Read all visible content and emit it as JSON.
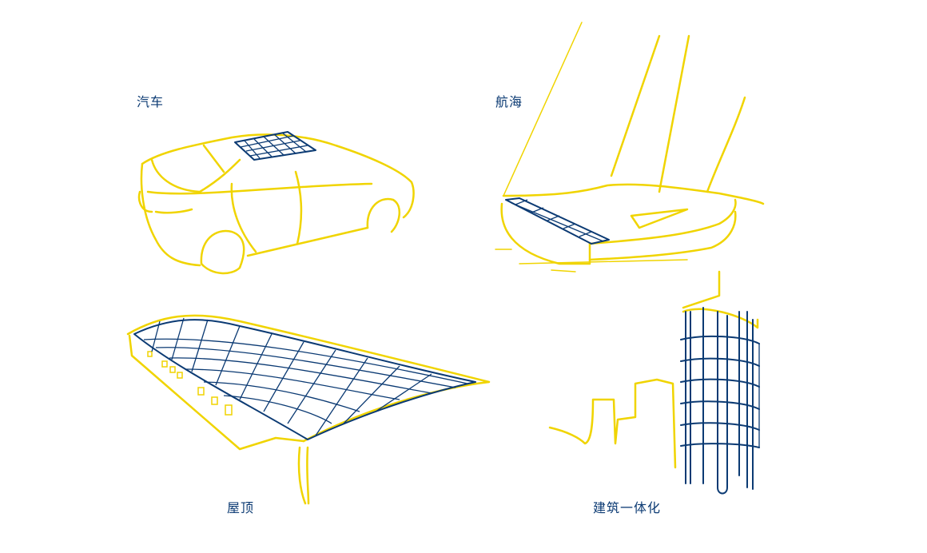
{
  "labels": {
    "car": "汽车",
    "marine": "航海",
    "roof": "屋顶",
    "building": "建筑一体化"
  },
  "colors": {
    "sketch": "#f0d400",
    "panel": "#0b3a73",
    "label": "#0b3a73"
  }
}
